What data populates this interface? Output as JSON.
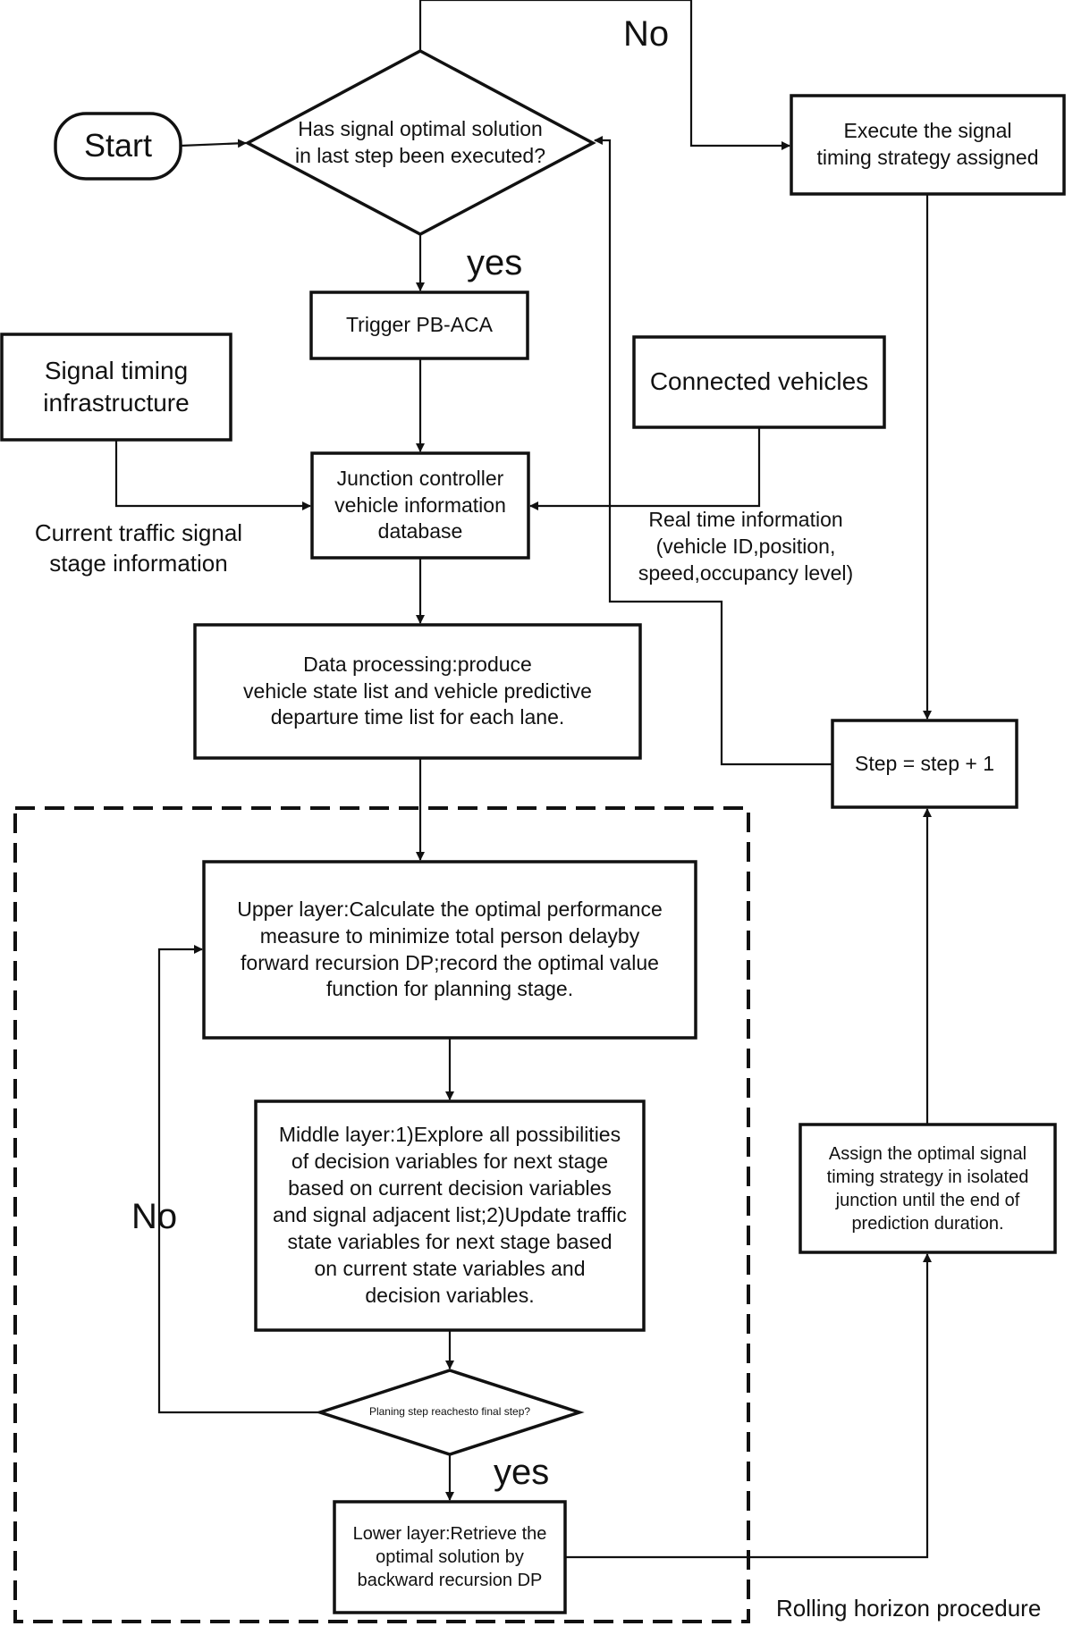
{
  "nodes": {
    "start": "Start",
    "decision_executed": "Has signal optimal solution\nin last step been executed?",
    "execute_strategy": "Execute the signal\ntiming strategy assigned",
    "trigger": "Trigger PB-ACA",
    "signal_infra": "Signal timing\ninfrastructure",
    "connected_vehicles": "Connected vehicles",
    "junction_db": "Junction controller\nvehicle information\ndatabase",
    "data_processing": "Data processing:produce\nvehicle state list and vehicle predictive\ndeparture time list for each lane.",
    "step_increment": "Step = step + 1",
    "upper_layer": "Upper layer:Calculate the optimal performance\nmeasure to minimize total person delayby\nforward recursion DP;record the optimal value\nfunction for planning stage.",
    "middle_layer": "Middle layer:1)Explore all possibilities\nof decision variables for next stage\nbased on current decision variables\nand signal adjacent list;2)Update traffic\nstate variables for next stage based\non current state variables and\ndecision variables.",
    "decision_final": "Planing step reachesto final step?",
    "lower_layer": "Lower layer:Retrieve the\noptimal solution by\nbackward recursion DP",
    "assign_strategy": "Assign the optimal signal\ntiming strategy in isolated\njunction until the end of\nprediction duration."
  },
  "edge_labels": {
    "no_top": "No",
    "yes_top": "yes",
    "current_stage_info": "Current traffic signal\nstage information",
    "real_time_info": "Real time information\n(vehicle ID,position,\nspeed,occupancy level)",
    "no_loop": "No",
    "yes_bottom": "yes"
  },
  "region_label": "Rolling horizon procedure"
}
